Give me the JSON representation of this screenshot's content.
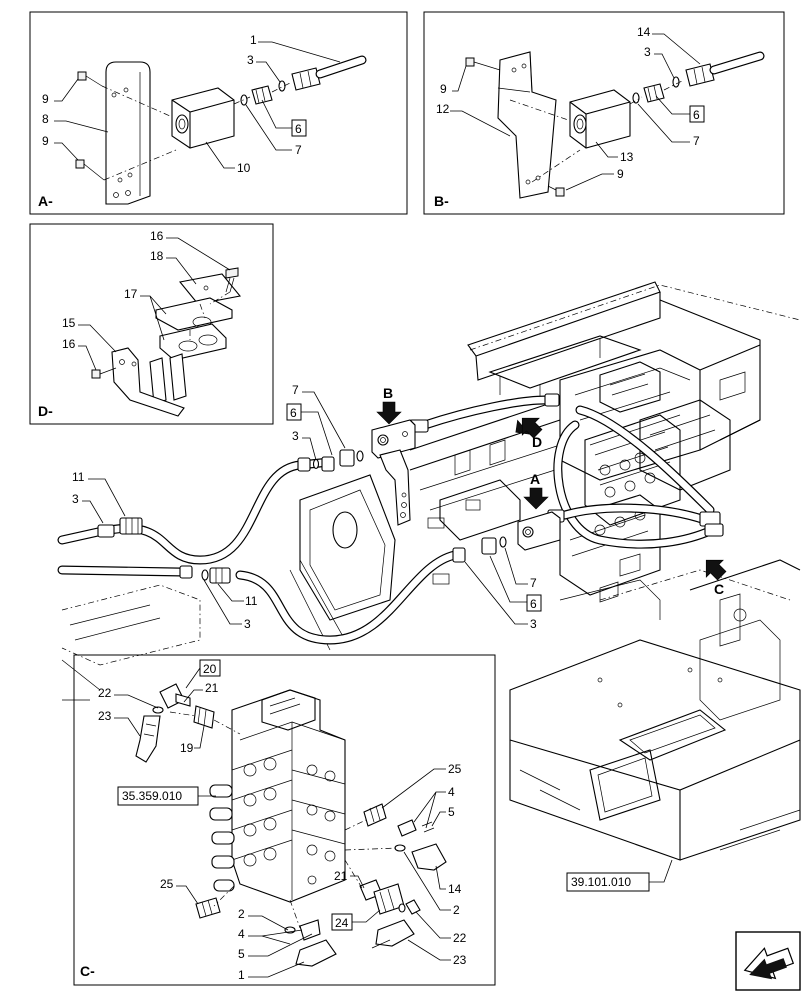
{
  "views": {
    "a_label": "A-",
    "b_label": "B-",
    "c_label": "C-",
    "d_label": "D-"
  },
  "main": {
    "markers": {
      "a": "A",
      "b": "B",
      "c": "C",
      "d": "D"
    }
  },
  "callouts": {
    "a_1": "1",
    "a_3": "3",
    "a_6": "6",
    "a_7": "7",
    "a_8": "8",
    "a_9_top": "9",
    "a_9_bottom": "9",
    "a_10": "10",
    "b_14": "14",
    "b_3": "3",
    "b_6": "6",
    "b_7": "7",
    "b_9_top": "9",
    "b_9_bottom": "9",
    "b_12": "12",
    "b_13": "13",
    "d_16_top": "16",
    "d_18": "18",
    "d_17": "17",
    "d_15": "15",
    "d_16_left": "16",
    "m_7_top": "7",
    "m_6_top": "6",
    "m_3_top": "3",
    "m_11_left": "11",
    "m_3_left": "3",
    "m_11_mid": "11",
    "m_3_mid": "3",
    "m_7_right": "7",
    "m_6_right": "6",
    "m_3_right": "3",
    "c_20": "20",
    "c_22_top": "22",
    "c_21_top": "21",
    "c_23_top": "23",
    "c_19": "19",
    "c_25_right": "25",
    "c_4_right": "4",
    "c_5_right": "5",
    "c_14": "14",
    "c_2_right": "2",
    "c_21_bottom": "21",
    "c_24": "24",
    "c_22_bottom": "22",
    "c_23_bottom": "23",
    "c_25_left": "25",
    "c_2_left": "2",
    "c_4_left": "4",
    "c_5_left": "5",
    "c_1": "1"
  },
  "references": {
    "valve_ref": "35.359.010",
    "frame_ref": "39.101.010"
  },
  "icons": {
    "nav": "next-page-arrow-icon"
  }
}
